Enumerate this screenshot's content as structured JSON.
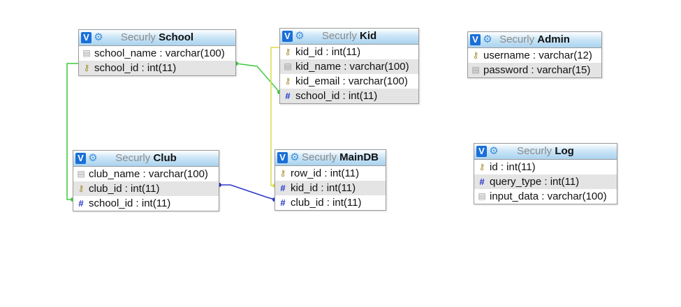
{
  "tables": {
    "school": {
      "db": "Securly",
      "name": "School",
      "columns": [
        {
          "text": "school_name : varchar(100)",
          "icon": "text-field-icon"
        },
        {
          "text": "school_id : int(11)",
          "icon": "primary-key-icon"
        }
      ]
    },
    "kid": {
      "db": "Securly",
      "name": "Kid",
      "columns": [
        {
          "text": "kid_id : int(11)",
          "icon": "primary-key-icon"
        },
        {
          "text": "kid_name : varchar(100)",
          "icon": "text-field-icon"
        },
        {
          "text": "kid_email : varchar(100)",
          "icon": "key-icon"
        },
        {
          "text": "school_id : int(11)",
          "icon": "numeric-field-icon"
        }
      ]
    },
    "admin": {
      "db": "Securly",
      "name": "Admin",
      "columns": [
        {
          "text": "username : varchar(12)",
          "icon": "primary-key-icon"
        },
        {
          "text": "password : varchar(15)",
          "icon": "text-field-icon"
        }
      ]
    },
    "club": {
      "db": "Securly",
      "name": "Club",
      "columns": [
        {
          "text": "club_name : varchar(100)",
          "icon": "text-field-icon"
        },
        {
          "text": "club_id : int(11)",
          "icon": "primary-key-icon"
        },
        {
          "text": "school_id : int(11)",
          "icon": "numeric-field-icon"
        }
      ]
    },
    "maindb": {
      "db": "Securly",
      "name": "MainDB",
      "columns": [
        {
          "text": "row_id : int(11)",
          "icon": "primary-key-icon"
        },
        {
          "text": "kid_id : int(11)",
          "icon": "numeric-field-icon"
        },
        {
          "text": "club_id : int(11)",
          "icon": "numeric-field-icon"
        }
      ]
    },
    "log": {
      "db": "Securly",
      "name": "Log",
      "columns": [
        {
          "text": "id : int(11)",
          "icon": "primary-key-icon"
        },
        {
          "text": "query_type : int(11)",
          "icon": "numeric-field-icon"
        },
        {
          "text": "input_data : varchar(100)",
          "icon": "text-field-icon"
        }
      ]
    }
  },
  "header_icons": {
    "v_label": "V",
    "gear": "gear-icon"
  },
  "relation_colors": {
    "green": "#3fc93f",
    "yellow": "#dcd84a",
    "blue": "#2b35c6"
  }
}
